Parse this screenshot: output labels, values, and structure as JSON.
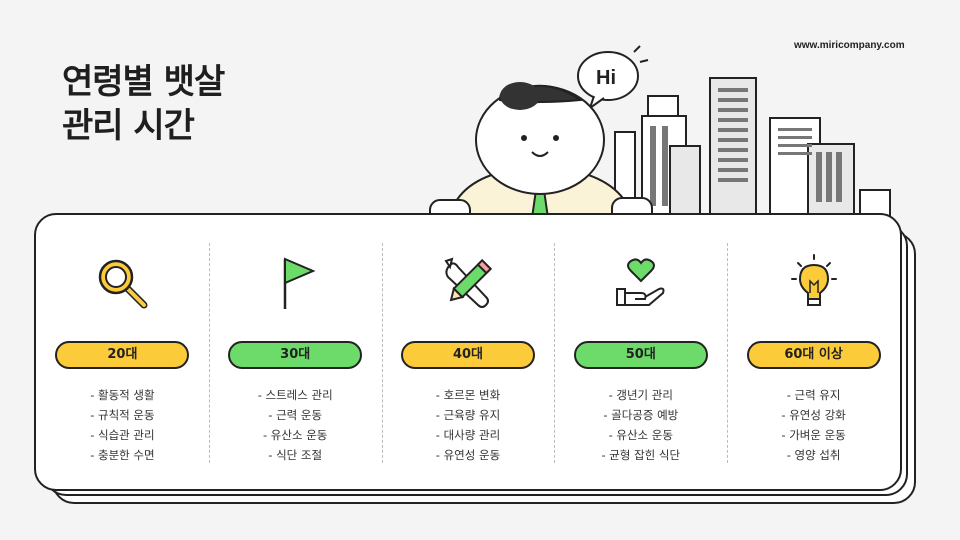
{
  "url": "www.miricompany.com",
  "title": {
    "line1": "연령별 뱃살",
    "line2": "관리 시간"
  },
  "speech_bubble": "Hi",
  "colors": {
    "yellow": "#fccb3a",
    "green": "#6ddb6a",
    "outline": "#222222"
  },
  "columns": [
    {
      "icon": "magnifier-icon",
      "label": "20대",
      "color": "yellow",
      "items": [
        "- 활동적 생활",
        "- 규칙적 운동",
        "- 식습관 관리",
        "- 충분한 수면"
      ]
    },
    {
      "icon": "flag-icon",
      "label": "30대",
      "color": "green",
      "items": [
        "- 스트레스 관리",
        "- 근력 운동",
        "- 유산소 운동",
        "- 식단 조절"
      ]
    },
    {
      "icon": "tools-icon",
      "label": "40대",
      "color": "yellow",
      "items": [
        "- 호르몬 변화",
        "- 근육량 유지",
        "- 대사량 관리",
        "- 유연성 운동"
      ]
    },
    {
      "icon": "heart-hand-icon",
      "label": "50대",
      "color": "green",
      "items": [
        "- 갱년기 관리",
        "- 골다공증 예방",
        "- 유산소 운동",
        "- 균형 잡힌 식단"
      ]
    },
    {
      "icon": "lightbulb-icon",
      "label": "60대 이상",
      "color": "yellow",
      "items": [
        "- 근력 유지",
        "- 유연성 강화",
        "- 가벼운 운동",
        "- 영양 섭취"
      ]
    }
  ]
}
